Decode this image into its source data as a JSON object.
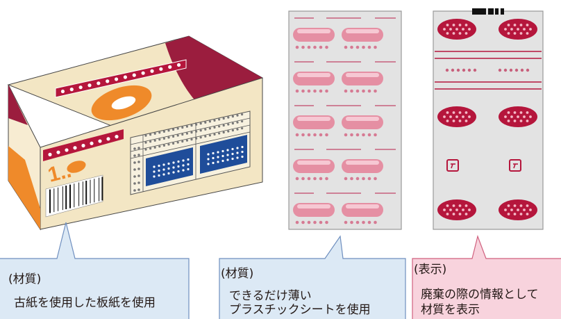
{
  "callouts": {
    "box": {
      "heading": "(材質)",
      "body": "古紙を使用した板紙を使用",
      "fill": "#dce9f5",
      "stroke": "#6f8fbf"
    },
    "blister": {
      "heading": "(材質)",
      "body_line1": "できるだけ薄い",
      "body_line2": "プラスチックシートを使用",
      "fill": "#dce9f5",
      "stroke": "#6f8fbf"
    },
    "backing": {
      "heading": "(表示)",
      "body_line1": "廃棄の際の情報として",
      "body_line2": "材質を表示",
      "fill": "#f8d3dd",
      "stroke": "#d0607e"
    }
  },
  "package_box": {
    "brand_mark": "1..",
    "colors": {
      "cream": "#f3e6c4",
      "wine": "#9b1d3e",
      "orange": "#ef8a2a",
      "navy": "#1f4d9a"
    }
  },
  "blister_sheet": {
    "rows": 5,
    "columns": 2,
    "capsule_color": "#e58fa3"
  },
  "backing_sheet": {
    "rows": 3,
    "columns": 2,
    "oval_color": "#b5163c"
  }
}
